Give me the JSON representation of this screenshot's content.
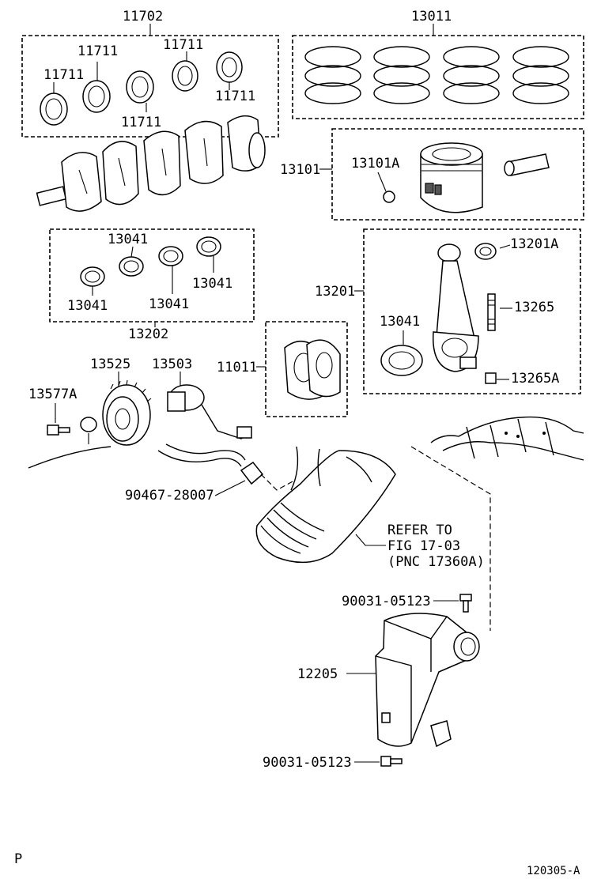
{
  "labels": {
    "p11702": "11702",
    "p11711_a": "11711",
    "p11711_b": "11711",
    "p11711_c": "11711",
    "p11711_d": "11711",
    "p11711_e": "11711",
    "p13011": "13011",
    "p13101": "13101",
    "p13101A": "13101A",
    "p13041_a": "13041",
    "p13041_b": "13041",
    "p13041_c": "13041",
    "p13041_d": "13041",
    "p13041_e": "13041",
    "p13202": "13202",
    "p13201": "13201",
    "p13201A": "13201A",
    "p13265": "13265",
    "p13265A": "13265A",
    "p11011": "11011",
    "p13525": "13525",
    "p13503": "13503",
    "p13577A": "13577A",
    "p90467": "90467-28007",
    "refer_1": "REFER TO",
    "refer_2": "FIG 17-03",
    "refer_3": "(PNC 17360A)",
    "p90031_a": "90031-05123",
    "p12205": "12205",
    "p90031_b": "90031-05123",
    "corner_left": "P",
    "corner_right": "120305-A"
  }
}
